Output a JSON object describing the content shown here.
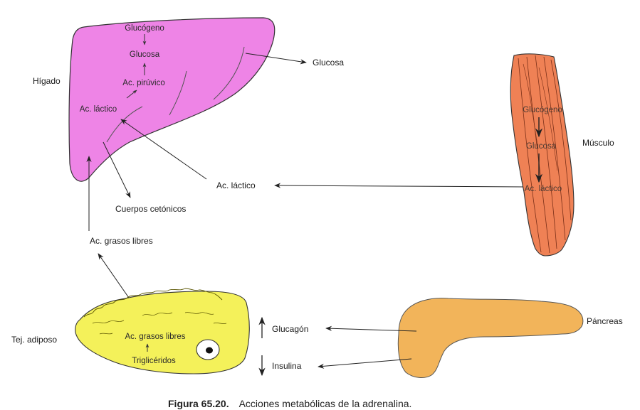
{
  "organs": {
    "liver": "Hígado",
    "muscle": "Músculo",
    "adipose": "Tej. adiposo",
    "pancreas": "Páncreas"
  },
  "liver": {
    "glucogeno": "Glucógeno",
    "glucosa": "Glucosa",
    "piruvico": "Ac. pirúvico",
    "lactico": "Ac. láctico"
  },
  "muscle_inner": {
    "glucogeno": "Glucógeno",
    "glucosa": "Glucosa",
    "lactico": "Ac. láctico"
  },
  "adipose_inner": {
    "grasos": "Ac. grasos libres",
    "trigliceridos": "Triglicéridos"
  },
  "flows": {
    "glucosa_out": "Glucosa",
    "lactico_mid": "Ac. láctico",
    "cuerpos": "Cuerpos cetónicos",
    "grasos_libres": "Ac. grasos libres",
    "glucagon": "Glucagón",
    "insulina": "Insulina"
  },
  "caption": {
    "figure": "Figura 65.20.",
    "text": "Acciones metabólicas de la adrenalina."
  },
  "colors": {
    "liver": "#ee84e6",
    "muscle": "#ef8155",
    "adipose": "#f4f15a",
    "pancreas": "#f2b45a"
  }
}
